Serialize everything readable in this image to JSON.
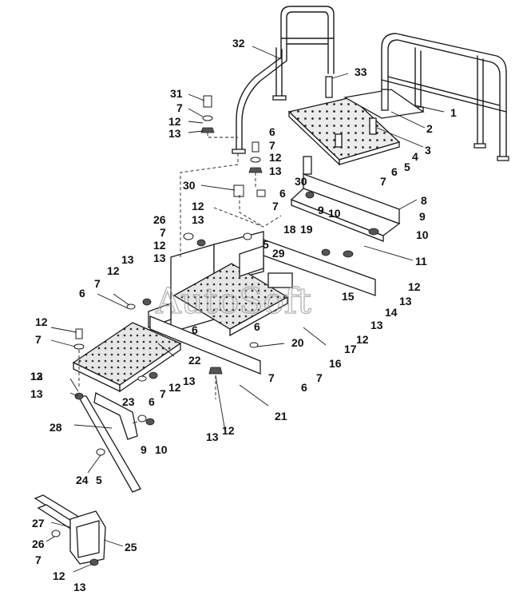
{
  "watermark": "AutoSoft",
  "callouts": [
    {
      "id": "c32a",
      "text": "32"
    },
    {
      "id": "c33",
      "text": "33"
    },
    {
      "id": "c1",
      "text": "1"
    },
    {
      "id": "c31",
      "text": "31"
    },
    {
      "id": "c7a",
      "text": "7"
    },
    {
      "id": "c12a",
      "text": "12"
    },
    {
      "id": "c13a",
      "text": "13"
    },
    {
      "id": "c2",
      "text": "2"
    },
    {
      "id": "c3",
      "text": "3"
    },
    {
      "id": "c4",
      "text": "4"
    },
    {
      "id": "c5a",
      "text": "5"
    },
    {
      "id": "c6a",
      "text": "6"
    },
    {
      "id": "c7b",
      "text": "7"
    },
    {
      "id": "c6b",
      "text": "6"
    },
    {
      "id": "c7c",
      "text": "7"
    },
    {
      "id": "c12b",
      "text": "12"
    },
    {
      "id": "c13b",
      "text": "13"
    },
    {
      "id": "c30a",
      "text": "30"
    },
    {
      "id": "c30b",
      "text": "30"
    },
    {
      "id": "c6c",
      "text": "6"
    },
    {
      "id": "c7d",
      "text": "7"
    },
    {
      "id": "c9a",
      "text": "9"
    },
    {
      "id": "c10a",
      "text": "10"
    },
    {
      "id": "c8",
      "text": "8"
    },
    {
      "id": "c9b",
      "text": "9"
    },
    {
      "id": "c10b",
      "text": "10"
    },
    {
      "id": "c12c",
      "text": "12"
    },
    {
      "id": "c13c",
      "text": "13"
    },
    {
      "id": "c26a",
      "text": "26"
    },
    {
      "id": "c7e",
      "text": "7"
    },
    {
      "id": "c12d",
      "text": "12"
    },
    {
      "id": "c13d",
      "text": "13"
    },
    {
      "id": "c5b",
      "text": "5"
    },
    {
      "id": "c29",
      "text": "29"
    },
    {
      "id": "c18",
      "text": "18"
    },
    {
      "id": "c19",
      "text": "19"
    },
    {
      "id": "c11",
      "text": "11"
    },
    {
      "id": "c13e",
      "text": "13"
    },
    {
      "id": "c12e",
      "text": "12"
    },
    {
      "id": "c7f",
      "text": "7"
    },
    {
      "id": "c6d",
      "text": "6"
    },
    {
      "id": "c12f",
      "text": "12"
    },
    {
      "id": "c15",
      "text": "15"
    },
    {
      "id": "c13f",
      "text": "13"
    },
    {
      "id": "c14",
      "text": "14"
    },
    {
      "id": "c12g",
      "text": "12"
    },
    {
      "id": "c6e",
      "text": "6"
    },
    {
      "id": "c7g",
      "text": "7"
    },
    {
      "id": "c13g",
      "text": "13"
    },
    {
      "id": "c20",
      "text": "20"
    },
    {
      "id": "c12h",
      "text": "12"
    },
    {
      "id": "c17",
      "text": "17"
    },
    {
      "id": "c6f",
      "text": "6"
    },
    {
      "id": "c22",
      "text": "22"
    },
    {
      "id": "c16",
      "text": "16"
    },
    {
      "id": "c13h",
      "text": "13"
    },
    {
      "id": "c7h",
      "text": "7"
    },
    {
      "id": "c12i",
      "text": "12"
    },
    {
      "id": "c13i",
      "text": "13"
    },
    {
      "id": "c7i",
      "text": "7"
    },
    {
      "id": "c6g",
      "text": "6"
    },
    {
      "id": "c7j",
      "text": "7"
    },
    {
      "id": "c12j",
      "text": "12"
    },
    {
      "id": "c13j",
      "text": "13"
    },
    {
      "id": "c23",
      "text": "23"
    },
    {
      "id": "c6h",
      "text": "6"
    },
    {
      "id": "c21",
      "text": "21"
    },
    {
      "id": "c28",
      "text": "28"
    },
    {
      "id": "c13k",
      "text": "13"
    },
    {
      "id": "c12k",
      "text": "12"
    },
    {
      "id": "c9c",
      "text": "9"
    },
    {
      "id": "c10c",
      "text": "10"
    },
    {
      "id": "c24",
      "text": "24"
    },
    {
      "id": "c5c",
      "text": "5"
    },
    {
      "id": "c27",
      "text": "27"
    },
    {
      "id": "c26b",
      "text": "26"
    },
    {
      "id": "c25",
      "text": "25"
    },
    {
      "id": "c7k",
      "text": "7"
    },
    {
      "id": "c12l",
      "text": "12"
    },
    {
      "id": "c13l",
      "text": "13"
    }
  ]
}
